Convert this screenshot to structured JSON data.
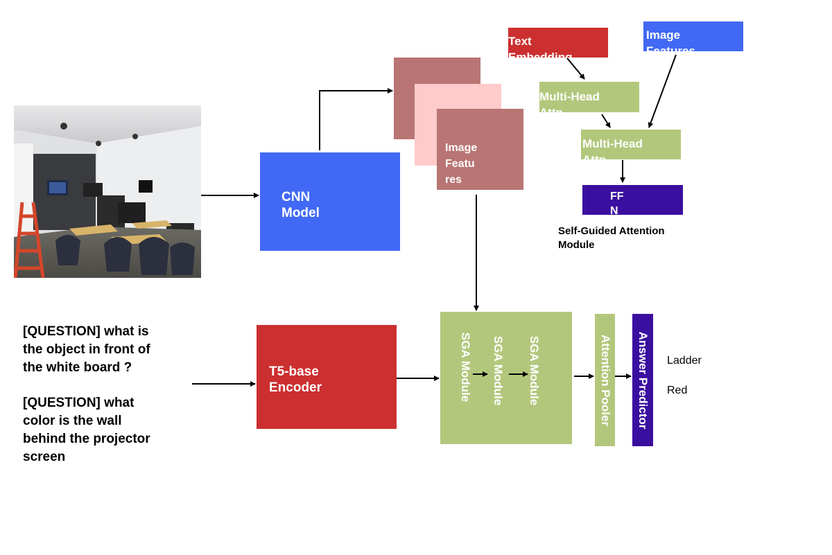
{
  "colors": {
    "blue": "#4169f5",
    "red": "#cc2f2f",
    "rose": "#b87573",
    "pink": "#ffcaca",
    "green": "#b3c77c",
    "purple": "#3a0f9f"
  },
  "cnn": {
    "line1": "CNN",
    "line2": "Model"
  },
  "image_features_stack": {
    "line1": "Image",
    "line2": "Featu",
    "line3": "res"
  },
  "t5": {
    "line1": "T5-base",
    "line2": "Encoder"
  },
  "sga_block": {
    "module_labels": [
      "SGA Module",
      "SGA Module",
      "SGA Module"
    ]
  },
  "attention_pooler": "Attention Pooler",
  "answer_predictor": "Answer Predictor",
  "answers": [
    "Ladder",
    "Red"
  ],
  "questions": [
    [
      "[QUESTION] what is",
      "the object in front of",
      "the white board ?"
    ],
    [
      "[QUESTION] what",
      "color is the wall",
      "behind the projector",
      "screen"
    ]
  ],
  "inset": {
    "text_embedding": {
      "line1": "Text",
      "line2": "Embedding"
    },
    "image_features": {
      "line1": "Image",
      "line2": "Features"
    },
    "mha1": {
      "line1": "Multi-Head",
      "line2": "Attn"
    },
    "mha2": {
      "line1": "Multi-Head",
      "line2": "Attn"
    },
    "ffn": {
      "line1": "FF",
      "line2": "N"
    },
    "caption": {
      "line1": "Self-Guided Attention",
      "line2": "Module"
    }
  },
  "photo": {
    "icon": "classroom-photo"
  }
}
